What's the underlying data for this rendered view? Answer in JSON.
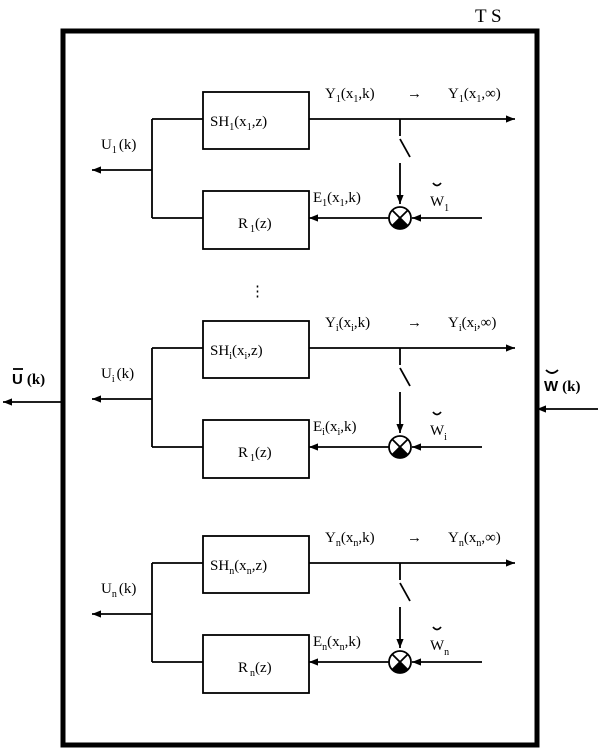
{
  "system_label": "T S",
  "left_output": {
    "symbol": "U",
    "arg": "(k)"
  },
  "right_input": {
    "symbol": "W",
    "arg": "(k)"
  },
  "ellipsis": "⋮",
  "channels": [
    {
      "sub": "1",
      "sh_text": "SH",
      "sh_args": "(x",
      "sh_tail": ",z)",
      "r_text": "R",
      "r_tail": "(z)",
      "y_text": "Y",
      "y_args": "(x",
      "y_tail": ",k)",
      "yinf_text": "Y",
      "yinf_args": "(x",
      "yinf_tail": ",∞)",
      "u_text": "U",
      "u_tail": "(k)",
      "e_text": "E",
      "e_args": "(x",
      "e_tail": ",k)",
      "w_text": "W",
      "arrow": "→"
    },
    {
      "sub": "i",
      "sh_text": "SH",
      "sh_args": "(x",
      "sh_tail": ",z)",
      "r_text": "R",
      "r_sub": "1",
      "r_tail": "(z)",
      "y_text": "Y",
      "y_args": "(x",
      "y_tail": ",k)",
      "yinf_text": "Y",
      "yinf_args": "(x",
      "yinf_tail": ",∞)",
      "u_text": "U",
      "u_tail": "(k)",
      "e_text": "E",
      "e_args": "(x",
      "e_tail": ",k)",
      "w_text": "W",
      "arrow": "→"
    },
    {
      "sub": "n",
      "sh_text": "SH",
      "sh_args": "(x",
      "sh_tail": ",z)",
      "r_text": "R",
      "r_tail": "(z)",
      "y_text": "Y",
      "y_args": "(x",
      "y_tail": ",k)",
      "yinf_text": "Y",
      "yinf_args": "(x",
      "yinf_tail": ",∞)",
      "u_text": "U",
      "u_tail": "(k)",
      "e_text": "E",
      "e_args": "(x",
      "e_tail": ",k)",
      "w_text": "W",
      "arrow": "→"
    }
  ]
}
